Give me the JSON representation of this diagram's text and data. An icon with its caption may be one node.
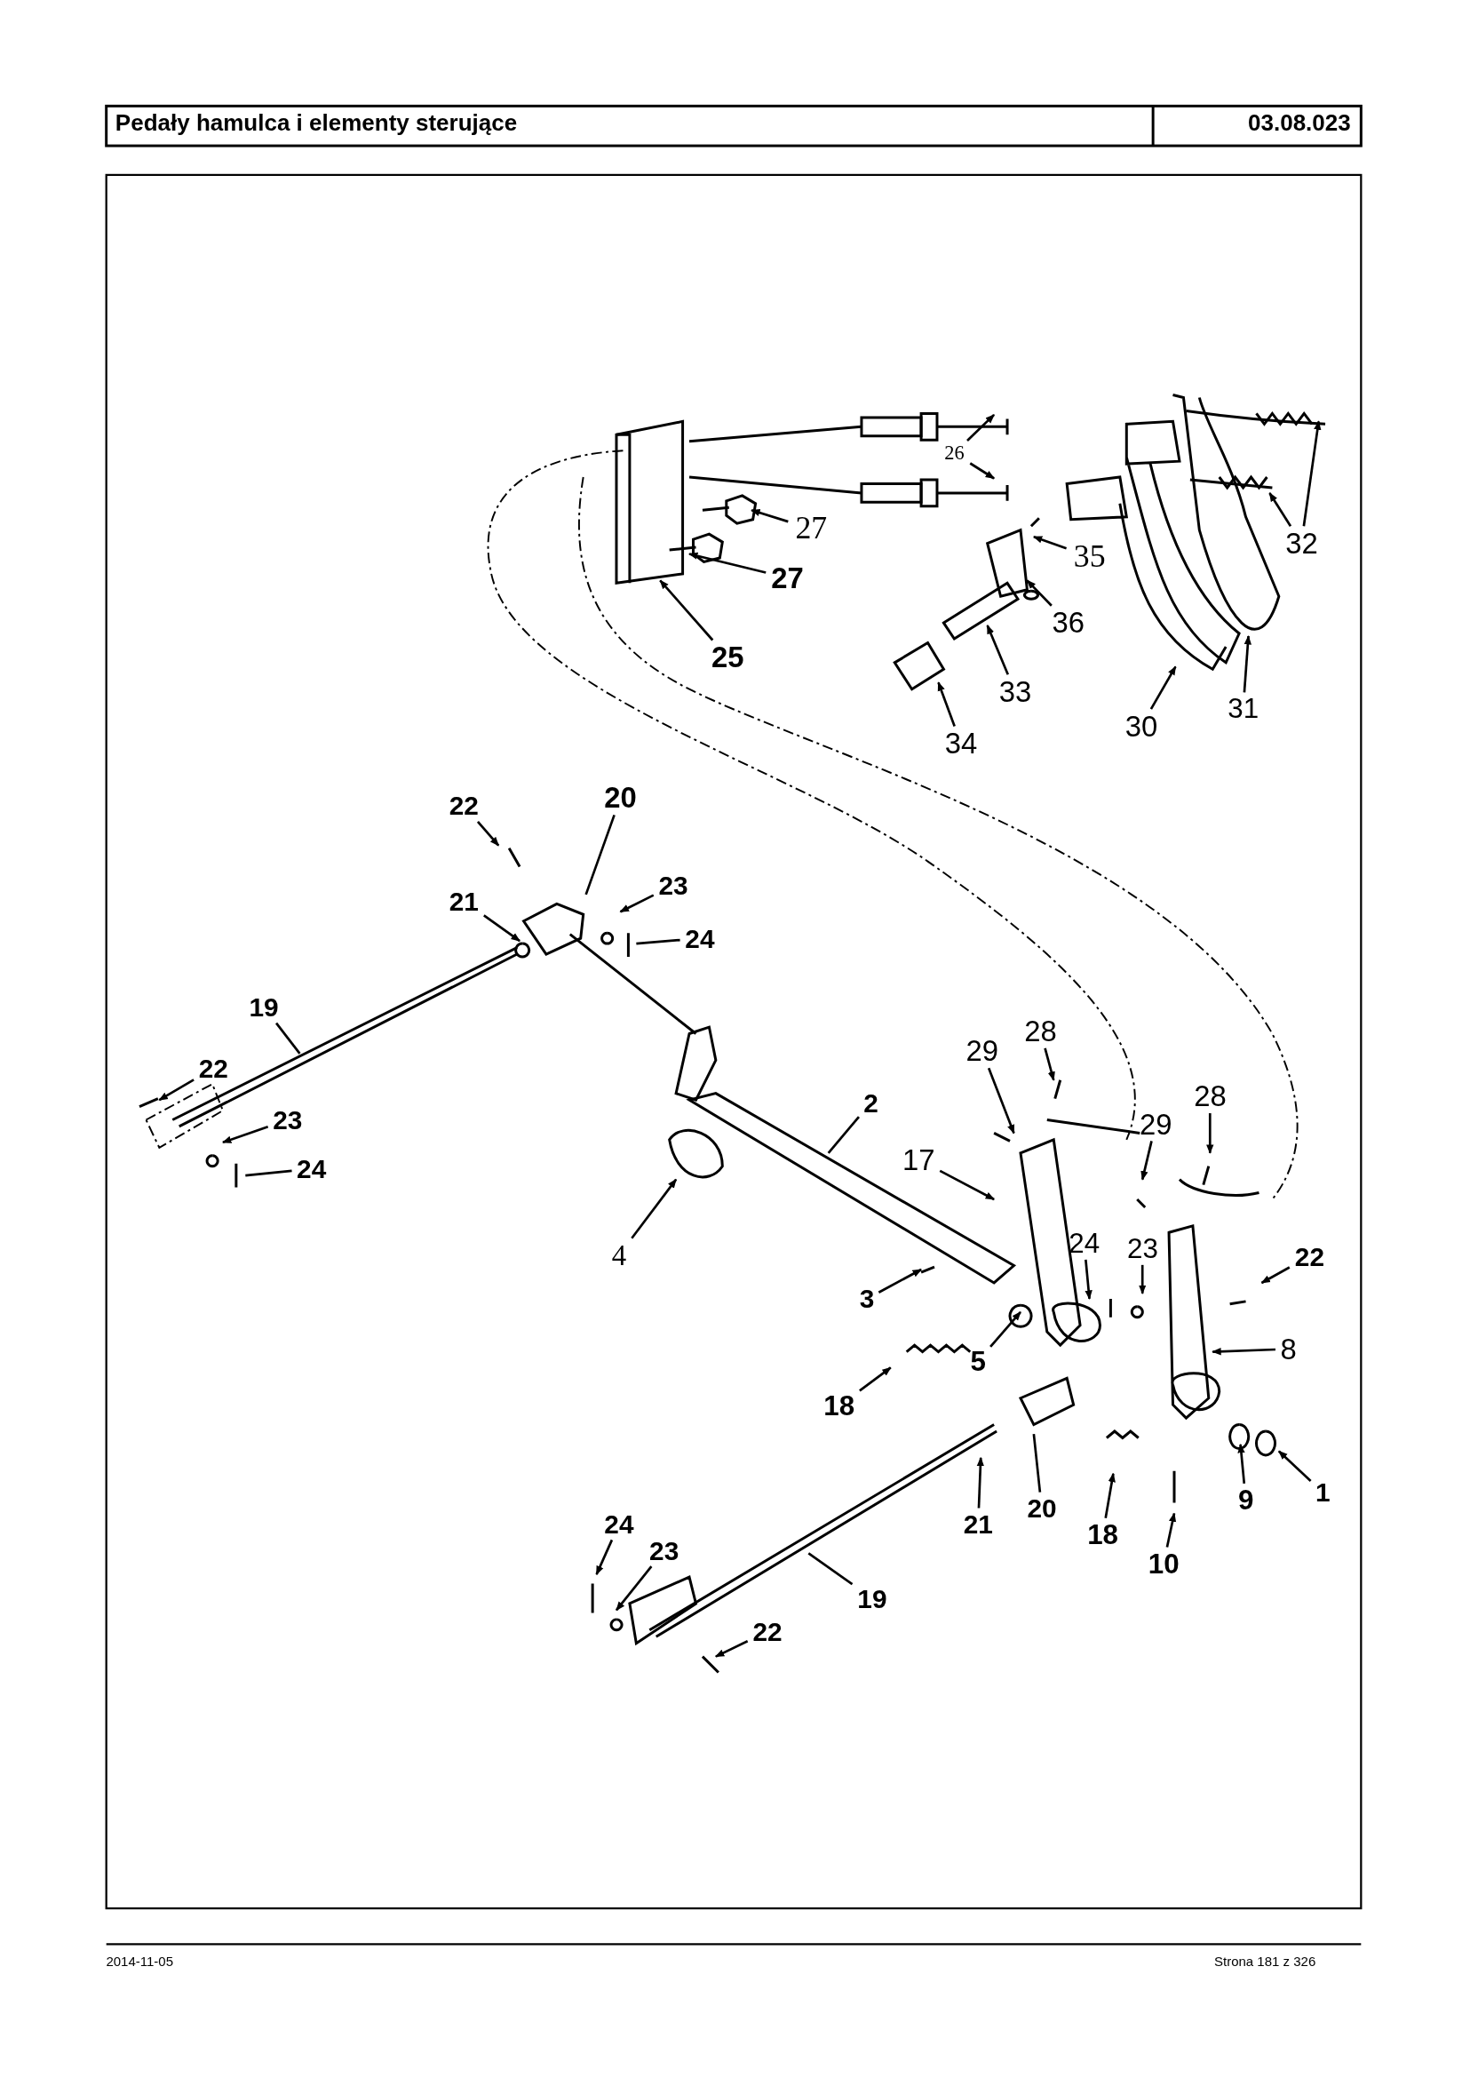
{
  "diagram": {
    "title": "Pedały hamulca i elementy sterujące",
    "nodes": [
      {
        "text": [
          "26"
        ]
      },
      {
        "text": [
          "27"
        ]
      },
      {
        "text": [
          "32"
        ]
      },
      {
        "text": [
          "35"
        ]
      },
      {
        "text": [
          "27"
        ]
      },
      {
        "text": [
          "36"
        ]
      },
      {
        "text": [
          "25"
        ]
      },
      {
        "text": [
          "33"
        ]
      },
      {
        "text": [
          "31"
        ]
      },
      {
        "text": [
          "30"
        ]
      },
      {
        "text": [
          "34"
        ]
      },
      {
        "text": [
          "20"
        ]
      },
      {
        "text": [
          "22"
        ]
      },
      {
        "text": [
          "23"
        ]
      },
      {
        "text": [
          "21"
        ]
      },
      {
        "text": [
          "24"
        ]
      },
      {
        "text": [
          "19"
        ]
      },
      {
        "text": [
          "28"
        ]
      },
      {
        "text": [
          "29"
        ]
      },
      {
        "text": [
          "22"
        ]
      },
      {
        "text": [
          "28"
        ]
      },
      {
        "text": [
          "2"
        ]
      },
      {
        "text": [
          "23"
        ]
      },
      {
        "text": [
          "29"
        ]
      },
      {
        "text": [
          "17"
        ]
      },
      {
        "text": [
          "24"
        ]
      },
      {
        "text": [
          "24"
        ]
      },
      {
        "text": [
          "23"
        ]
      },
      {
        "text": [
          "4"
        ]
      },
      {
        "text": [
          "22"
        ]
      },
      {
        "text": [
          "3"
        ]
      },
      {
        "text": [
          "8"
        ]
      },
      {
        "text": [
          "5"
        ]
      },
      {
        "text": [
          "18"
        ]
      },
      {
        "text": [
          "9"
        ]
      },
      {
        "text": [
          "1"
        ]
      },
      {
        "text": [
          "20"
        ]
      },
      {
        "text": [
          "21"
        ]
      },
      {
        "text": [
          "24"
        ]
      },
      {
        "text": [
          "23"
        ]
      },
      {
        "text": [
          "18"
        ]
      },
      {
        "text": [
          "10"
        ]
      },
      {
        "text": [
          "19"
        ]
      },
      {
        "text": [
          "22"
        ]
      }
    ],
    "edges": [
      {
        "from": 0,
        "to": null,
        "arrow": "to"
      },
      {
        "from": 0,
        "to": null,
        "arrow": "to"
      },
      {
        "from": 1,
        "to": null,
        "arrow": "to"
      },
      {
        "from": 2,
        "to": null,
        "arrow": "to"
      },
      {
        "from": 2,
        "to": null,
        "arrow": "to"
      },
      {
        "from": 3,
        "to": null,
        "arrow": "to"
      },
      {
        "from": 4,
        "to": null,
        "arrow": "to"
      },
      {
        "from": 5,
        "to": null,
        "arrow": "to"
      },
      {
        "from": 6,
        "to": null,
        "arrow": "to"
      },
      {
        "from": 7,
        "to": null,
        "arrow": "to"
      },
      {
        "from": 8,
        "to": null,
        "arrow": "to"
      },
      {
        "from": 9,
        "to": null,
        "arrow": "to"
      },
      {
        "from": 10,
        "to": null,
        "arrow": "to"
      },
      {
        "from": 11,
        "to": null,
        "arrow": "none"
      },
      {
        "from": 12,
        "to": null,
        "arrow": "to"
      },
      {
        "from": 13,
        "to": null,
        "arrow": "to"
      },
      {
        "from": 14,
        "to": null,
        "arrow": "to"
      },
      {
        "from": 15,
        "to": null,
        "arrow": "none"
      },
      {
        "from": 16,
        "to": null,
        "arrow": "none"
      },
      {
        "from": 17,
        "to": null,
        "arrow": "to"
      },
      {
        "from": 18,
        "to": null,
        "arrow": "to"
      },
      {
        "from": 19,
        "to": null,
        "arrow": "to"
      },
      {
        "from": 20,
        "to": null,
        "arrow": "to"
      },
      {
        "from": 21,
        "to": null,
        "arrow": "none"
      },
      {
        "from": 22,
        "to": null,
        "arrow": "to"
      },
      {
        "from": 23,
        "to": null,
        "arrow": "to"
      },
      {
        "from": 24,
        "to": null,
        "arrow": "to"
      },
      {
        "from": 25,
        "to": null,
        "arrow": "none"
      },
      {
        "from": 26,
        "to": null,
        "arrow": "to"
      },
      {
        "from": 27,
        "to": null,
        "arrow": "to"
      },
      {
        "from": 28,
        "to": null,
        "arrow": "to"
      },
      {
        "from": 29,
        "to": null,
        "arrow": "to"
      },
      {
        "from": 30,
        "to": null,
        "arrow": "to"
      },
      {
        "from": 31,
        "to": null,
        "arrow": "to"
      },
      {
        "from": 32,
        "to": null,
        "arrow": "to"
      },
      {
        "from": 33,
        "to": null,
        "arrow": "to"
      },
      {
        "from": 34,
        "to": null,
        "arrow": "to"
      },
      {
        "from": 35,
        "to": null,
        "arrow": "to"
      },
      {
        "from": 36,
        "to": null,
        "arrow": "none"
      },
      {
        "from": 37,
        "to": null,
        "arrow": "to"
      },
      {
        "from": 38,
        "to": null,
        "arrow": "to"
      },
      {
        "from": 39,
        "to": null,
        "arrow": "to"
      },
      {
        "from": 40,
        "to": null,
        "arrow": "to"
      },
      {
        "from": 41,
        "to": null,
        "arrow": "to"
      },
      {
        "from": 42,
        "to": null,
        "arrow": "none"
      },
      {
        "from": 43,
        "to": null,
        "arrow": "to"
      }
    ],
    "labels": [
      "03.08.023",
      "2014-11-05",
      "Strona 181 z 326"
    ]
  }
}
